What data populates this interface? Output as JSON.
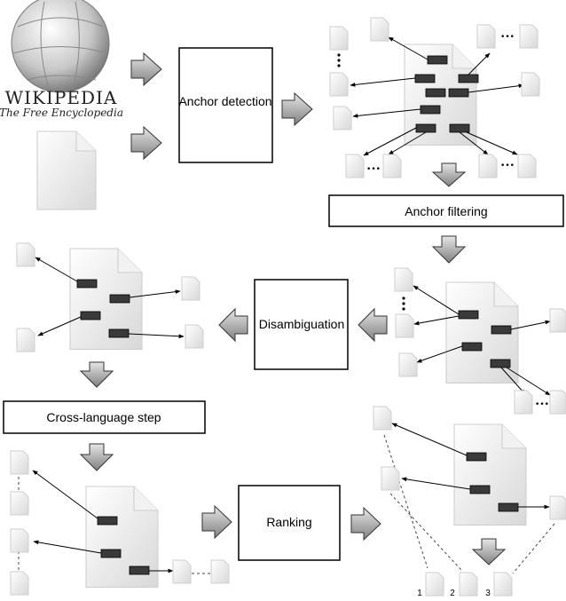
{
  "logo": {
    "wordmark": "WIKIPEDIA",
    "tagline": "The Free Encyclopedia"
  },
  "steps": {
    "anchor_detection": "Anchor detection",
    "anchor_filtering": "Anchor filtering",
    "disambiguation": "Disambiguation",
    "cross_language": "Cross-language step",
    "ranking": "Ranking"
  },
  "rank_labels": [
    "1",
    "2",
    "3"
  ],
  "ellipsis": "•••"
}
